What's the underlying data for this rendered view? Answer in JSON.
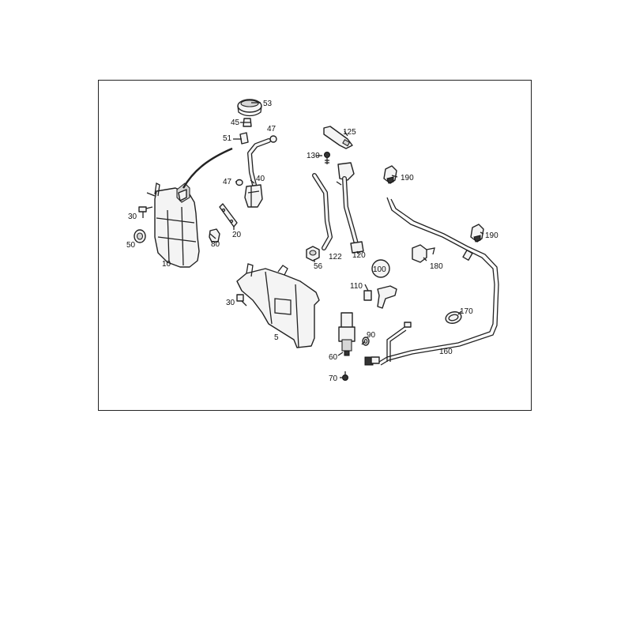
{
  "callouts": {
    "p53": "53",
    "p45": "45",
    "p47a": "47",
    "p51": "51",
    "p47b": "47",
    "p40": "40",
    "p30a": "30",
    "p50": "50",
    "p80": "80",
    "p20": "20",
    "p10": "10",
    "p125": "125",
    "p130": "130",
    "p190a": "190",
    "p190b": "190",
    "p56": "56",
    "p122": "122",
    "p120": "120",
    "p180": "180",
    "p100": "100",
    "p110": "110",
    "p30b": "30",
    "p5": "5",
    "p170": "170",
    "p90": "90",
    "p160": "160",
    "p60": "60",
    "p70": "70"
  },
  "colors": {
    "line": "#222222",
    "part_fill": "#f4f4f4",
    "shade": "#d6d6d6",
    "background": "#ffffff"
  }
}
